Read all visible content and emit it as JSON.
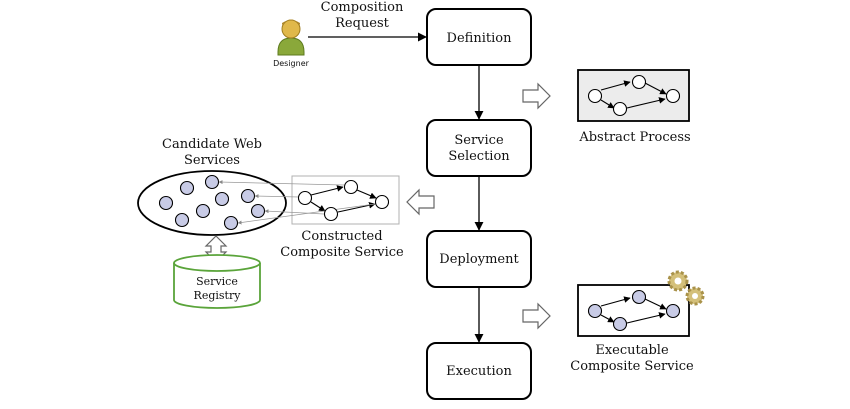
{
  "request": {
    "line1": "Composition",
    "line2": "Request"
  },
  "designer": {
    "label": "Designer"
  },
  "stages": [
    {
      "line1": "Definition",
      "line2": ""
    },
    {
      "line1": "Service",
      "line2": "Selection"
    },
    {
      "line1": "Deployment",
      "line2": ""
    },
    {
      "line1": "Execution",
      "line2": ""
    }
  ],
  "abstract_process": {
    "label": "Abstract Process"
  },
  "executable_service": {
    "line1": "Executable",
    "line2": "Composite Service"
  },
  "candidate_services": {
    "line1": "Candidate Web",
    "line2": "Services"
  },
  "constructed_service": {
    "line1": "Constructed",
    "line2": "Composite Service"
  },
  "service_registry": {
    "line1": "Service",
    "line2": "Registry"
  },
  "colors": {
    "node_fill": "#c8cbe6",
    "registry_stroke": "#5aa43a",
    "gear": "#c9b15a"
  },
  "icons": [
    "designer-person-icon",
    "gear-icon",
    "hollow-arrow-icon"
  ]
}
